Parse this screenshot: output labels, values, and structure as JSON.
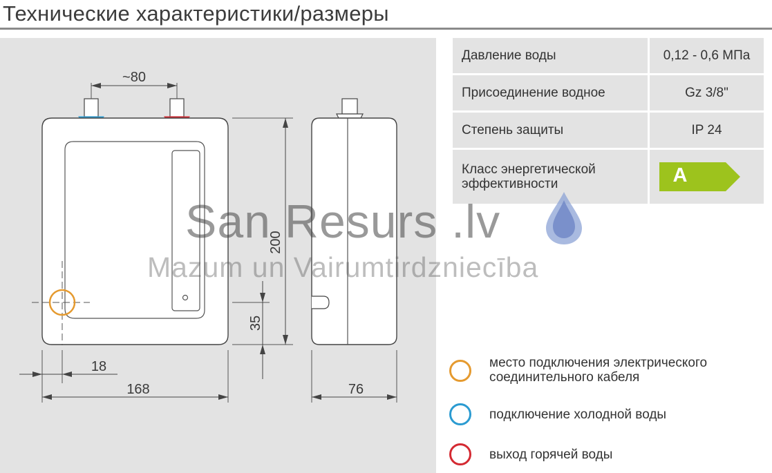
{
  "page": {
    "title": "Технические характеристики/размеры"
  },
  "specs": [
    {
      "label": "Давление воды",
      "value": "0,12 - 0,6 МПа"
    },
    {
      "label": "Присоединение водное",
      "value": "Gz 3/8\""
    },
    {
      "label": "Степень защиты",
      "value": "IP 24"
    },
    {
      "label": "Класс энергетической эффективности",
      "value": "A"
    }
  ],
  "dimensions": {
    "inlet_spacing": "~80",
    "height": "200",
    "cable_height": "35",
    "cable_offset": "18",
    "width": "168",
    "depth": "76"
  },
  "legend": [
    {
      "text": "место подключения электрического соединительного кабеля",
      "color": "#e59a2f"
    },
    {
      "text": "подключение холодной воды",
      "color": "#2b9bd1"
    },
    {
      "text": "выход горячей воды",
      "color": "#d42a32"
    }
  ],
  "watermark": {
    "brand": "San Resurs .lv",
    "tagline": "Mazum un Vairumtirdzniecība"
  },
  "colors": {
    "cold": "#2b9bd1",
    "hot": "#d42a32",
    "cable": "#e59a2f",
    "energy_badge": "#9dc31d"
  },
  "icons": [
    "water-drop-icon"
  ]
}
